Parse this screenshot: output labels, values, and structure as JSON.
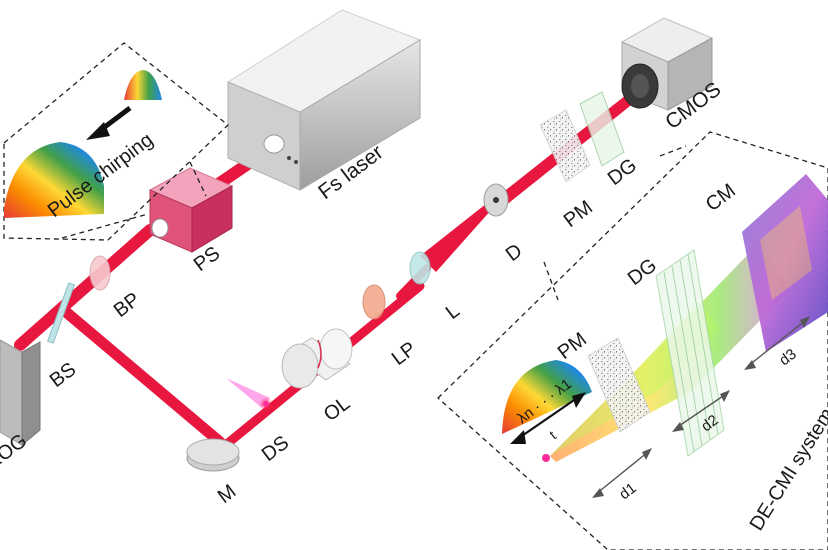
{
  "labels": {
    "fs_laser": "Fs laser",
    "cmos": "CMOS",
    "pulse_chirping": "Pulse chirping",
    "ps": "PS",
    "bp": "BP",
    "bs": "BS",
    "frog": "FROG",
    "m": "M",
    "ds": "DS",
    "ol": "OL",
    "lp": "LP",
    "l": "L",
    "d": "D",
    "pm": "PM",
    "dg": "DG",
    "cm": "CM",
    "inset_pm": "PM",
    "inset_dg": "DG",
    "inset_system": "DE-CMI system",
    "lambda_range": "λn · · · λ1",
    "t": "t",
    "d1": "d1",
    "d2": "d2",
    "d3": "d3"
  },
  "colors": {
    "beam": "#e8173f",
    "dashed_frame": "#222222"
  }
}
